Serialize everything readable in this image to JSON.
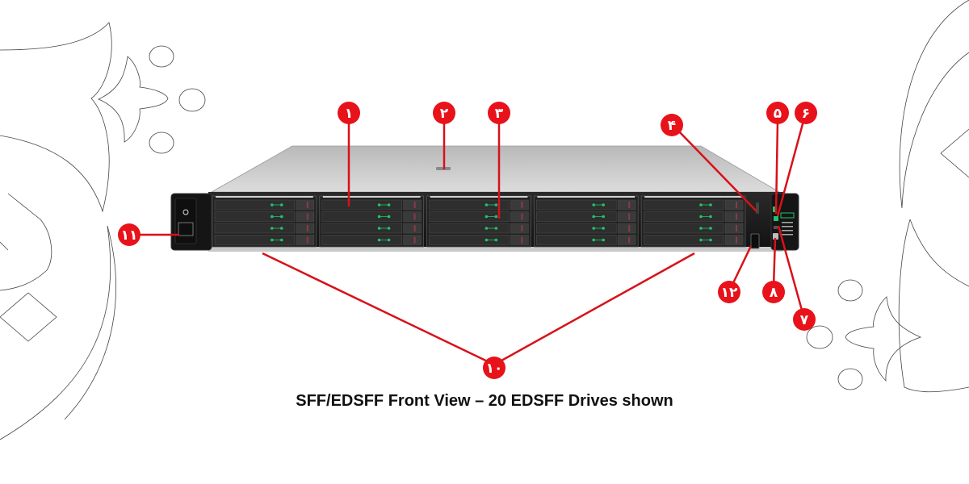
{
  "caption": "SFF/EDSFF Front View – 20 EDSFF Drives shown",
  "colors": {
    "callout": "#e8121a",
    "leader": "#d8111a",
    "chassis_top": "#c9c9c9",
    "bezel": "#1b1b1b",
    "drive_led": "#1fc46a",
    "outline": "#333333"
  },
  "drive_cage": {
    "bays": 5,
    "drives_per_bay": 4,
    "total_drives": 20
  },
  "callouts": [
    {
      "id": "1",
      "label": "۱"
    },
    {
      "id": "2",
      "label": "۲"
    },
    {
      "id": "3",
      "label": "۳"
    },
    {
      "id": "4",
      "label": "۴"
    },
    {
      "id": "5",
      "label": "۵"
    },
    {
      "id": "6",
      "label": "۶"
    },
    {
      "id": "7",
      "label": "۷"
    },
    {
      "id": "8",
      "label": "۸"
    },
    {
      "id": "10",
      "label": "۱۰"
    },
    {
      "id": "11",
      "label": "۱۱"
    },
    {
      "id": "12",
      "label": "۱۲"
    }
  ]
}
